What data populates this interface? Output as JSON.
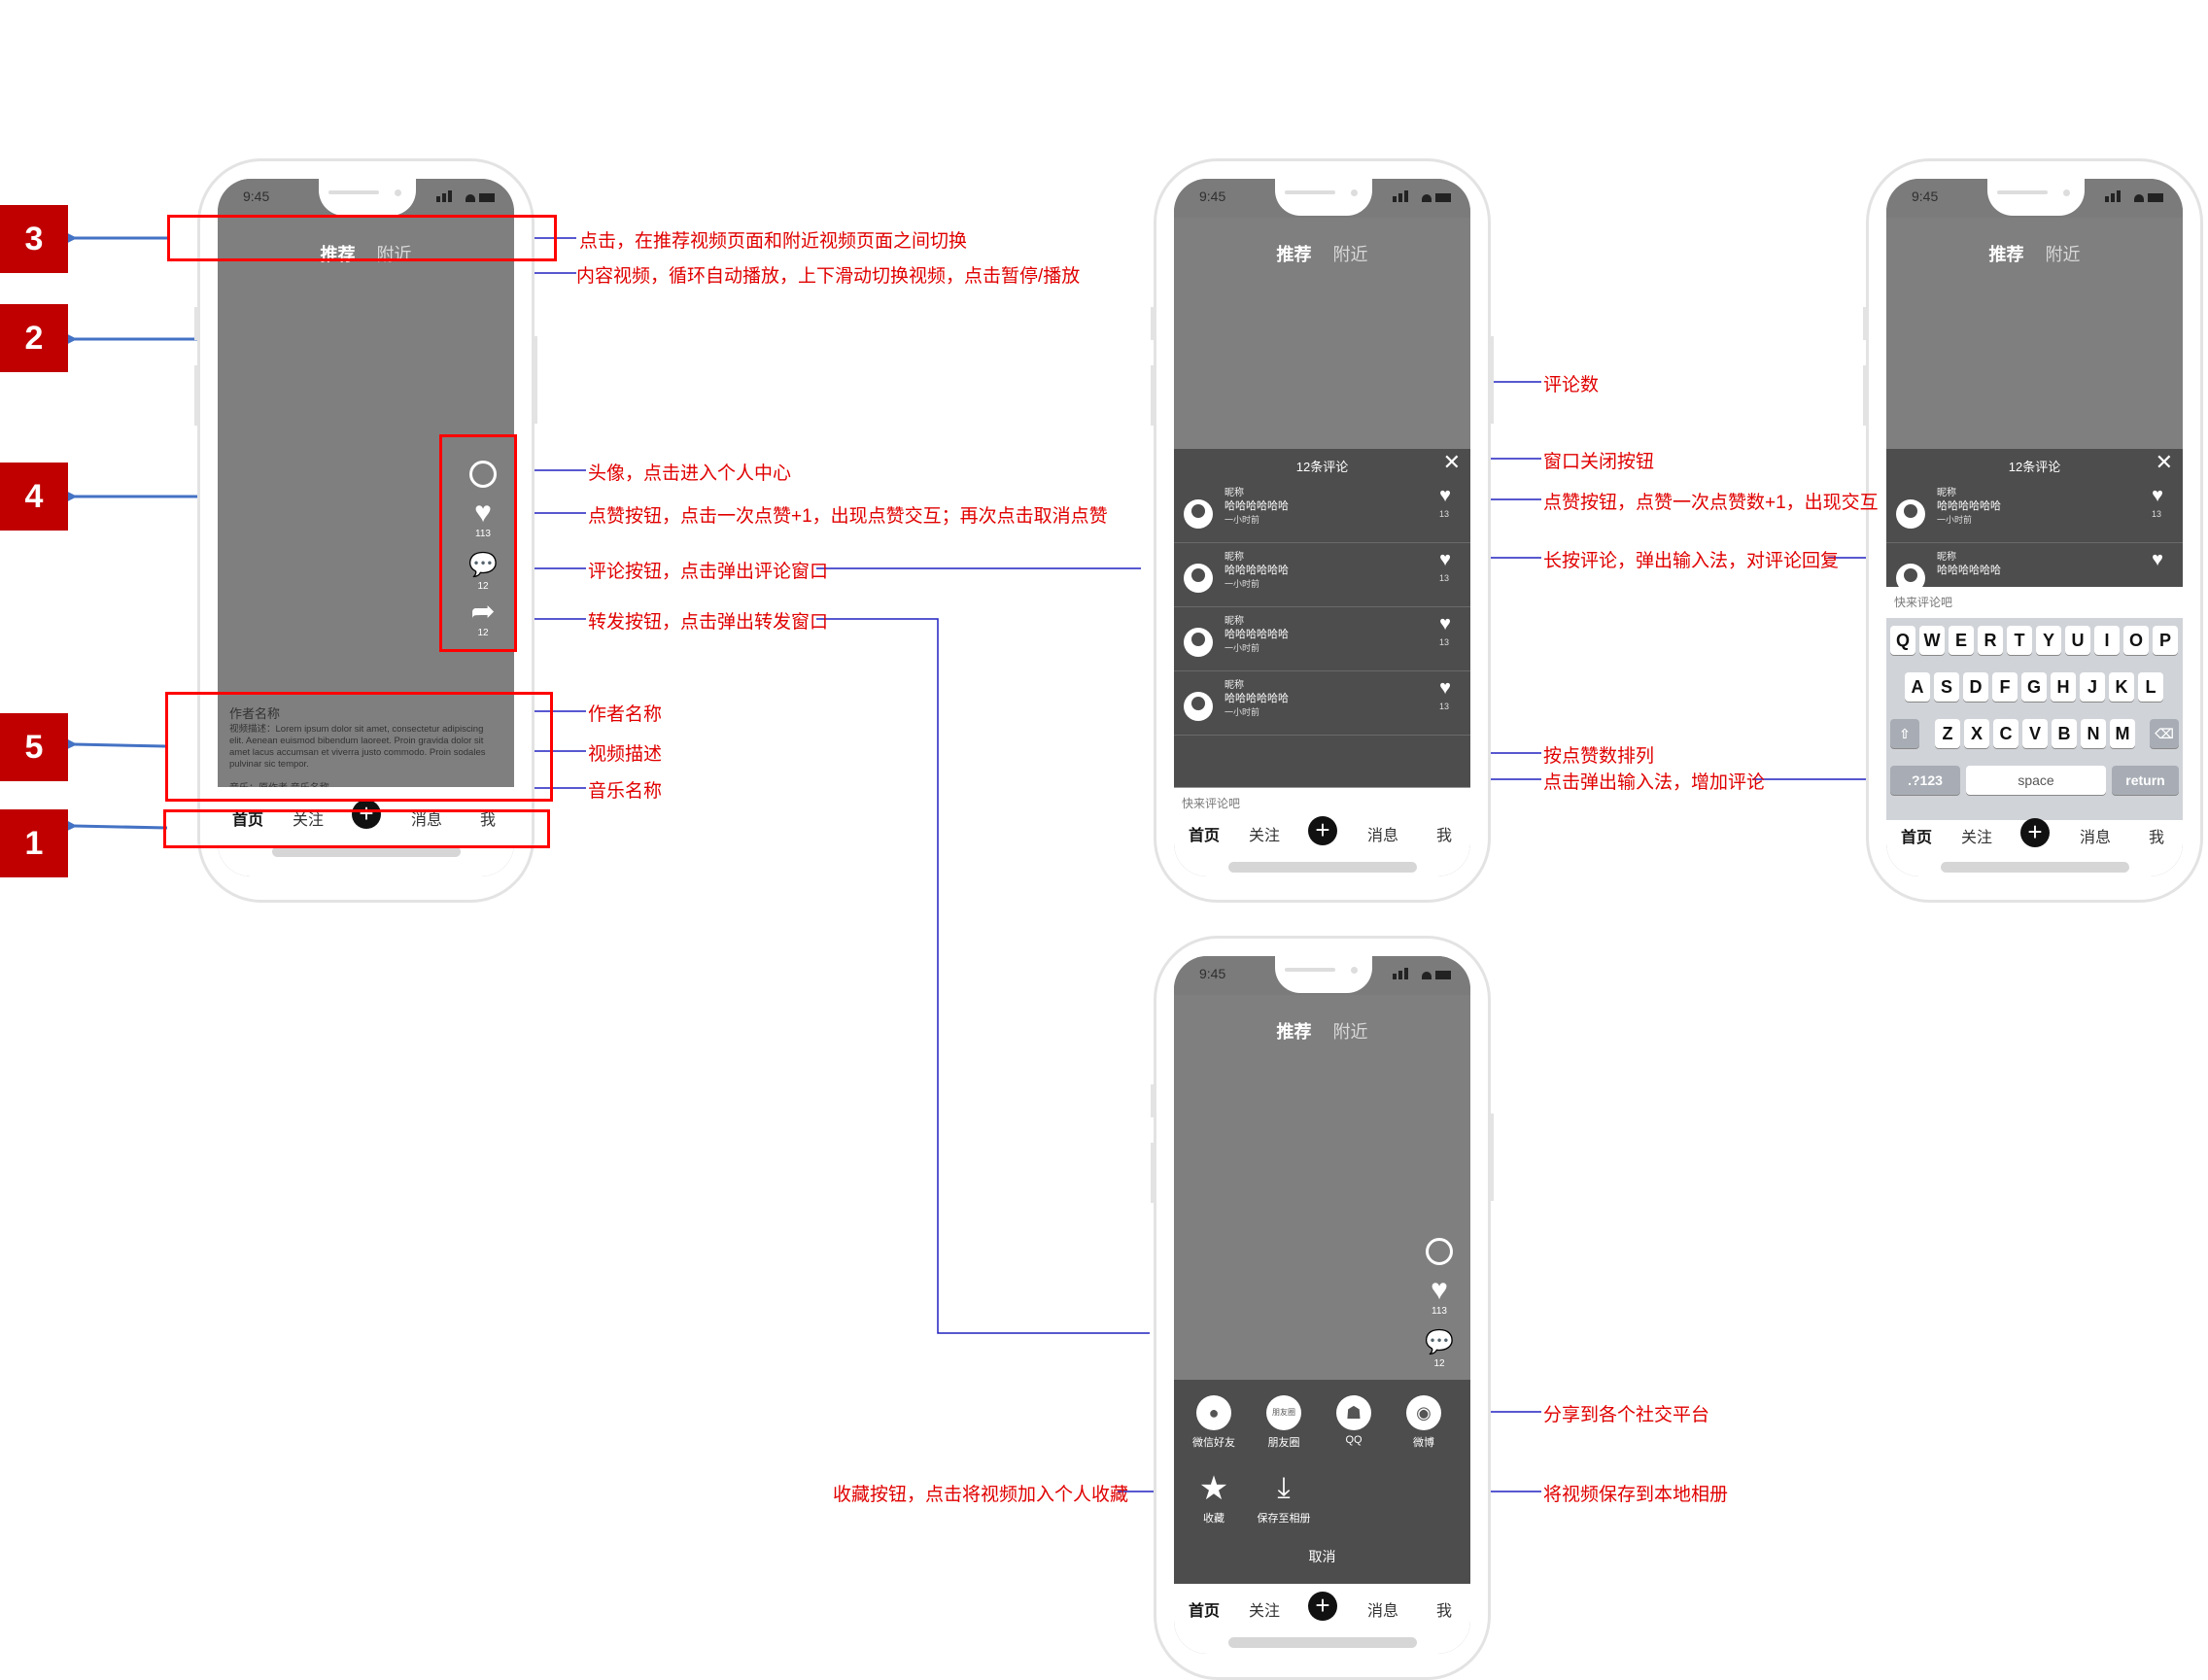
{
  "status": {
    "time": "9:45"
  },
  "top_nav": {
    "recommend": "推荐",
    "nearby": "附近"
  },
  "tab_bar": {
    "home": "首页",
    "follow": "关注",
    "add": "+",
    "messages": "消息",
    "me": "我"
  },
  "feed": {
    "like_count": "113",
    "comment_count": "12",
    "share_count": "12",
    "author": "作者名称",
    "description": "视频描述：Lorem ipsum dolor sit amet, consectetur adipiscing elit. Aenean euismod bibendum laoreet. Proin gravida dolor sit amet lacus accumsan et viverra justo commodo. Proin sodales pulvinar sic tempor.",
    "music": "音乐：原作者  音乐名称"
  },
  "comments": {
    "title": "12条评论",
    "close": "✕",
    "items": [
      {
        "nickname": "昵称",
        "text": "哈哈哈哈哈哈",
        "time": "一小时前",
        "likes": "13"
      },
      {
        "nickname": "昵称",
        "text": "哈哈哈哈哈哈",
        "time": "一小时前",
        "likes": "13"
      },
      {
        "nickname": "昵称",
        "text": "哈哈哈哈哈哈",
        "time": "一小时前",
        "likes": "13"
      },
      {
        "nickname": "昵称",
        "text": "哈哈哈哈哈哈",
        "time": "一小时前",
        "likes": "13"
      }
    ],
    "input_placeholder": "快来评论吧"
  },
  "keyboard": {
    "row1": [
      "Q",
      "W",
      "E",
      "R",
      "T",
      "Y",
      "U",
      "I",
      "O",
      "P"
    ],
    "row2": [
      "A",
      "S",
      "D",
      "F",
      "G",
      "H",
      "J",
      "K",
      "L"
    ],
    "row3": [
      "Z",
      "X",
      "C",
      "V",
      "B",
      "N",
      "M"
    ],
    "shift": "⇧",
    "delete": "⌫",
    "numbers": ".?123",
    "space": "space",
    "return": "return"
  },
  "share": {
    "platforms": [
      {
        "label": "微信好友",
        "icon": "wechat-icon"
      },
      {
        "label": "朋友圈",
        "icon": "moments-icon"
      },
      {
        "label": "QQ",
        "icon": "qq-icon"
      },
      {
        "label": "微博",
        "icon": "weibo-icon"
      }
    ],
    "favorite": "收藏",
    "save_album": "保存至相册",
    "cancel": "取消",
    "moments_glyph": "朋友圈"
  },
  "badges": [
    "3",
    "2",
    "4",
    "5",
    "1"
  ],
  "annotations": {
    "switch_tabs": "点击，在推荐视频页面和附近视频页面之间切换",
    "content_video": "内容视频，循环自动播放，上下滑动切换视频，点击暂停/播放",
    "avatar": "头像，点击进入个人中心",
    "like": "点赞按钮，点击一次点赞+1，出现点赞交互；再次点击取消点赞",
    "comment": "评论按钮，点击弹出评论窗口",
    "share": "转发按钮，点击弹出转发窗口",
    "author": "作者名称",
    "description": "视频描述",
    "music": "音乐名称",
    "comment_count": "评论数",
    "close_window": "窗口关闭按钮",
    "comment_like": "点赞按钮，点赞一次点赞数+1，出现交互",
    "long_press": "长按评论，弹出输入法，对评论回复",
    "sort_by_likes": "按点赞数排列",
    "add_comment": "点击弹出输入法，增加评论",
    "share_platforms": "分享到各个社交平台",
    "favorite": "收藏按钮，点击将视频加入个人收藏",
    "save_local": "将视频保存到本地相册"
  },
  "colors": {
    "annotation": "#e00000",
    "connector": "#2020c0",
    "arrow": "#4472c4",
    "badge": "#c00000",
    "panel": "#4d4d4d",
    "video": "#7f7f7f"
  }
}
